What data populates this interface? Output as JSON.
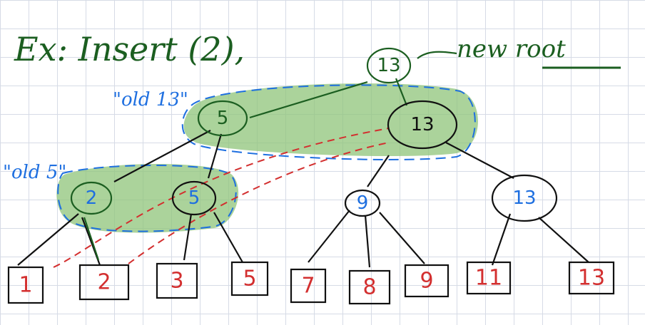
{
  "title": {
    "text": "Ex: Insert (2),",
    "arrow_label": "new root"
  },
  "annotations": {
    "old13": "\"old 13\"",
    "old5": "\"old 5\""
  },
  "nodes": {
    "new_root": "13",
    "old_root_left": "5",
    "old_root_right": "13",
    "split_left": "2",
    "split_right": "5",
    "mid_node": "9",
    "right_node": "13"
  },
  "leaves": [
    "1",
    "2",
    "3",
    "5",
    "7",
    "8",
    "9",
    "11",
    "13"
  ],
  "colors": {
    "green_ink": "#1b5e20",
    "blue_ink": "#1e6fe0",
    "red_ink": "#d32f2f",
    "black_ink": "#111111",
    "highlight": "#8fc47a"
  }
}
